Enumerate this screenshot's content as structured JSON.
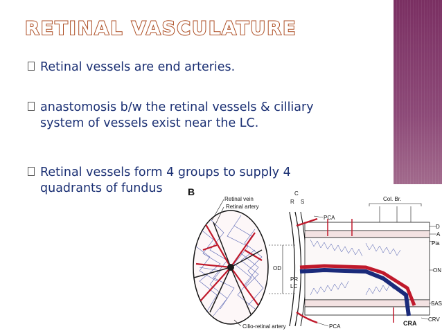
{
  "slide": {
    "title": "RETINAL VASCULATURE",
    "bullets": [
      "Retinal vessels are end arteries.",
      "anastomosis b/w the retinal vessels & cilliary\nsystem of vessels exist near the LC.",
      "Retinal vessels form 4 groups to supply 4\nquadrants of fundus"
    ],
    "colors": {
      "text": "#1a2f73",
      "title_outline": "#ad4e24",
      "sidebar": "#8d4a78"
    }
  },
  "figure": {
    "panel_label": "B",
    "labels": {
      "retinal_vein": "Retinal vein",
      "retinal_artery": "Retinal artery",
      "c": "C",
      "r": "R",
      "s": "S",
      "pca_top": "PCA",
      "col_br": "Col. Br.",
      "d": "D",
      "a": "A",
      "pia": "Pia",
      "on": "ON",
      "od": "OD",
      "pr": "PR",
      "lc": "LC",
      "sas": "SAS",
      "crv": "CRV",
      "cra": "CRA",
      "pca_bottom": "PCA",
      "cilio_retinal": "Cilio-retinal artery"
    }
  }
}
